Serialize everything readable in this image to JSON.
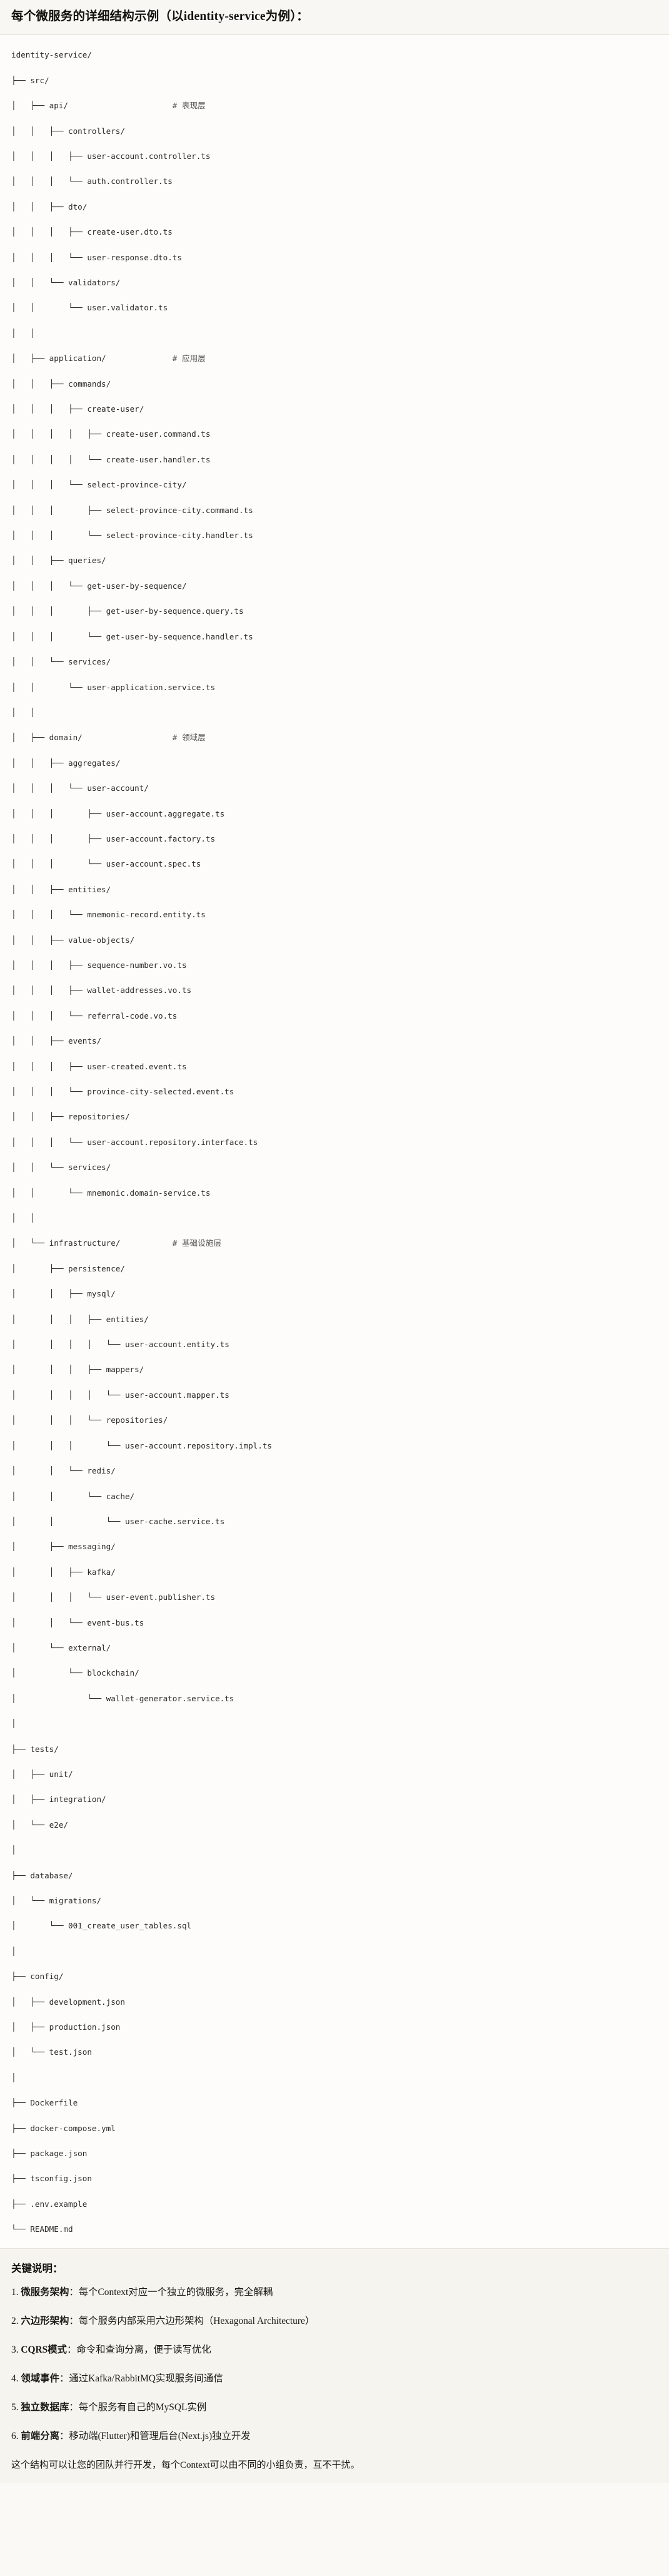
{
  "header": {
    "title": "每个微服务的详细结构示例（以identity-service为例）："
  },
  "tree": {
    "root_label": "identity-service/",
    "lines": [
      {
        "text": "identity-service/",
        "comment": ""
      },
      {
        "text": "├── src/",
        "comment": ""
      },
      {
        "text": "│   ├── api/",
        "comment": "# 表现层"
      },
      {
        "text": "│   │   ├── controllers/",
        "comment": ""
      },
      {
        "text": "│   │   │   ├── user-account.controller.ts",
        "comment": ""
      },
      {
        "text": "│   │   │   └── auth.controller.ts",
        "comment": ""
      },
      {
        "text": "│   │   ├── dto/",
        "comment": ""
      },
      {
        "text": "│   │   │   ├── create-user.dto.ts",
        "comment": ""
      },
      {
        "text": "│   │   │   └── user-response.dto.ts",
        "comment": ""
      },
      {
        "text": "│   │   └── validators/",
        "comment": ""
      },
      {
        "text": "│   │       └── user.validator.ts",
        "comment": ""
      },
      {
        "text": "│   │",
        "comment": ""
      },
      {
        "text": "│   ├── application/",
        "comment": "# 应用层"
      },
      {
        "text": "│   │   ├── commands/",
        "comment": ""
      },
      {
        "text": "│   │   │   ├── create-user/",
        "comment": ""
      },
      {
        "text": "│   │   │   │   ├── create-user.command.ts",
        "comment": ""
      },
      {
        "text": "│   │   │   │   └── create-user.handler.ts",
        "comment": ""
      },
      {
        "text": "│   │   │   └── select-province-city/",
        "comment": ""
      },
      {
        "text": "│   │   │       ├── select-province-city.command.ts",
        "comment": ""
      },
      {
        "text": "│   │   │       └── select-province-city.handler.ts",
        "comment": ""
      },
      {
        "text": "│   │   ├── queries/",
        "comment": ""
      },
      {
        "text": "│   │   │   └── get-user-by-sequence/",
        "comment": ""
      },
      {
        "text": "│   │   │       ├── get-user-by-sequence.query.ts",
        "comment": ""
      },
      {
        "text": "│   │   │       └── get-user-by-sequence.handler.ts",
        "comment": ""
      },
      {
        "text": "│   │   └── services/",
        "comment": ""
      },
      {
        "text": "│   │       └── user-application.service.ts",
        "comment": ""
      },
      {
        "text": "│   │",
        "comment": ""
      },
      {
        "text": "│   ├── domain/",
        "comment": "# 领域层"
      },
      {
        "text": "│   │   ├── aggregates/",
        "comment": ""
      },
      {
        "text": "│   │   │   └── user-account/",
        "comment": ""
      },
      {
        "text": "│   │   │       ├── user-account.aggregate.ts",
        "comment": ""
      },
      {
        "text": "│   │   │       ├── user-account.factory.ts",
        "comment": ""
      },
      {
        "text": "│   │   │       └── user-account.spec.ts",
        "comment": ""
      },
      {
        "text": "│   │   ├── entities/",
        "comment": ""
      },
      {
        "text": "│   │   │   └── mnemonic-record.entity.ts",
        "comment": ""
      },
      {
        "text": "│   │   ├── value-objects/",
        "comment": ""
      },
      {
        "text": "│   │   │   ├── sequence-number.vo.ts",
        "comment": ""
      },
      {
        "text": "│   │   │   ├── wallet-addresses.vo.ts",
        "comment": ""
      },
      {
        "text": "│   │   │   └── referral-code.vo.ts",
        "comment": ""
      },
      {
        "text": "│   │   ├── events/",
        "comment": ""
      },
      {
        "text": "│   │   │   ├── user-created.event.ts",
        "comment": ""
      },
      {
        "text": "│   │   │   └── province-city-selected.event.ts",
        "comment": ""
      },
      {
        "text": "│   │   ├── repositories/",
        "comment": ""
      },
      {
        "text": "│   │   │   └── user-account.repository.interface.ts",
        "comment": ""
      },
      {
        "text": "│   │   └── services/",
        "comment": ""
      },
      {
        "text": "│   │       └── mnemonic.domain-service.ts",
        "comment": ""
      },
      {
        "text": "│   │",
        "comment": ""
      },
      {
        "text": "│   └── infrastructure/",
        "comment": "# 基础设施层"
      },
      {
        "text": "│       ├── persistence/",
        "comment": ""
      },
      {
        "text": "│       │   ├── mysql/",
        "comment": ""
      },
      {
        "text": "│       │   │   ├── entities/",
        "comment": ""
      },
      {
        "text": "│       │   │   │   └── user-account.entity.ts",
        "comment": ""
      },
      {
        "text": "│       │   │   ├── mappers/",
        "comment": ""
      },
      {
        "text": "│       │   │   │   └── user-account.mapper.ts",
        "comment": ""
      },
      {
        "text": "│       │   │   └── repositories/",
        "comment": ""
      },
      {
        "text": "│       │   │       └── user-account.repository.impl.ts",
        "comment": ""
      },
      {
        "text": "│       │   └── redis/",
        "comment": ""
      },
      {
        "text": "│       │       └── cache/",
        "comment": ""
      },
      {
        "text": "│       │           └── user-cache.service.ts",
        "comment": ""
      },
      {
        "text": "│       ├── messaging/",
        "comment": ""
      },
      {
        "text": "│       │   ├── kafka/",
        "comment": ""
      },
      {
        "text": "│       │   │   └── user-event.publisher.ts",
        "comment": ""
      },
      {
        "text": "│       │   └── event-bus.ts",
        "comment": ""
      },
      {
        "text": "│       └── external/",
        "comment": ""
      },
      {
        "text": "│           └── blockchain/",
        "comment": ""
      },
      {
        "text": "│               └── wallet-generator.service.ts",
        "comment": ""
      },
      {
        "text": "│",
        "comment": ""
      },
      {
        "text": "├── tests/",
        "comment": ""
      },
      {
        "text": "│   ├── unit/",
        "comment": ""
      },
      {
        "text": "│   ├── integration/",
        "comment": ""
      },
      {
        "text": "│   └── e2e/",
        "comment": ""
      },
      {
        "text": "│",
        "comment": ""
      },
      {
        "text": "├── database/",
        "comment": ""
      },
      {
        "text": "│   └── migrations/",
        "comment": ""
      },
      {
        "text": "│       └── 001_create_user_tables.sql",
        "comment": ""
      },
      {
        "text": "│",
        "comment": ""
      },
      {
        "text": "├── config/",
        "comment": ""
      },
      {
        "text": "│   ├── development.json",
        "comment": ""
      },
      {
        "text": "│   ├── production.json",
        "comment": ""
      },
      {
        "text": "│   └── test.json",
        "comment": ""
      },
      {
        "text": "│",
        "comment": ""
      },
      {
        "text": "├── Dockerfile",
        "comment": ""
      },
      {
        "text": "├── docker-compose.yml",
        "comment": ""
      },
      {
        "text": "├── package.json",
        "comment": ""
      },
      {
        "text": "├── tsconfig.json",
        "comment": ""
      },
      {
        "text": "├── .env.example",
        "comment": ""
      },
      {
        "text": "└── README.md",
        "comment": ""
      }
    ]
  },
  "notes": {
    "title": "关键说明：",
    "items": [
      {
        "num": "1.",
        "term": "微服务架构",
        "sep": "：",
        "text": "每个Context对应一个独立的微服务，完全解耦"
      },
      {
        "num": "2.",
        "term": "六边形架构",
        "sep": "：",
        "text": "每个服务内部采用六边形架构（Hexagonal Architecture）"
      },
      {
        "num": "3.",
        "term": "CQRS模式",
        "sep": "：",
        "text": "命令和查询分离，便于读写优化"
      },
      {
        "num": "4.",
        "term": "领域事件",
        "sep": "：",
        "text": "通过Kafka/RabbitMQ实现服务间通信"
      },
      {
        "num": "5.",
        "term": "独立数据库",
        "sep": "：",
        "text": "每个服务有自己的MySQL实例"
      },
      {
        "num": "6.",
        "term": "前端分离",
        "sep": "：",
        "text": "移动端(Flutter)和管理后台(Next.js)独立开发"
      }
    ],
    "closing": "这个结构可以让您的团队并行开发，每个Context可以由不同的小组负责，互不干扰。"
  },
  "colors": {
    "page_bg": "#faf9f6",
    "header_bg": "#f8f7f3",
    "code_bg": "#fdfcfa",
    "notes_bg": "#f6f4ef",
    "text": "#1f1f1f",
    "comment": "#555550",
    "rule": "#e2e0d9"
  }
}
